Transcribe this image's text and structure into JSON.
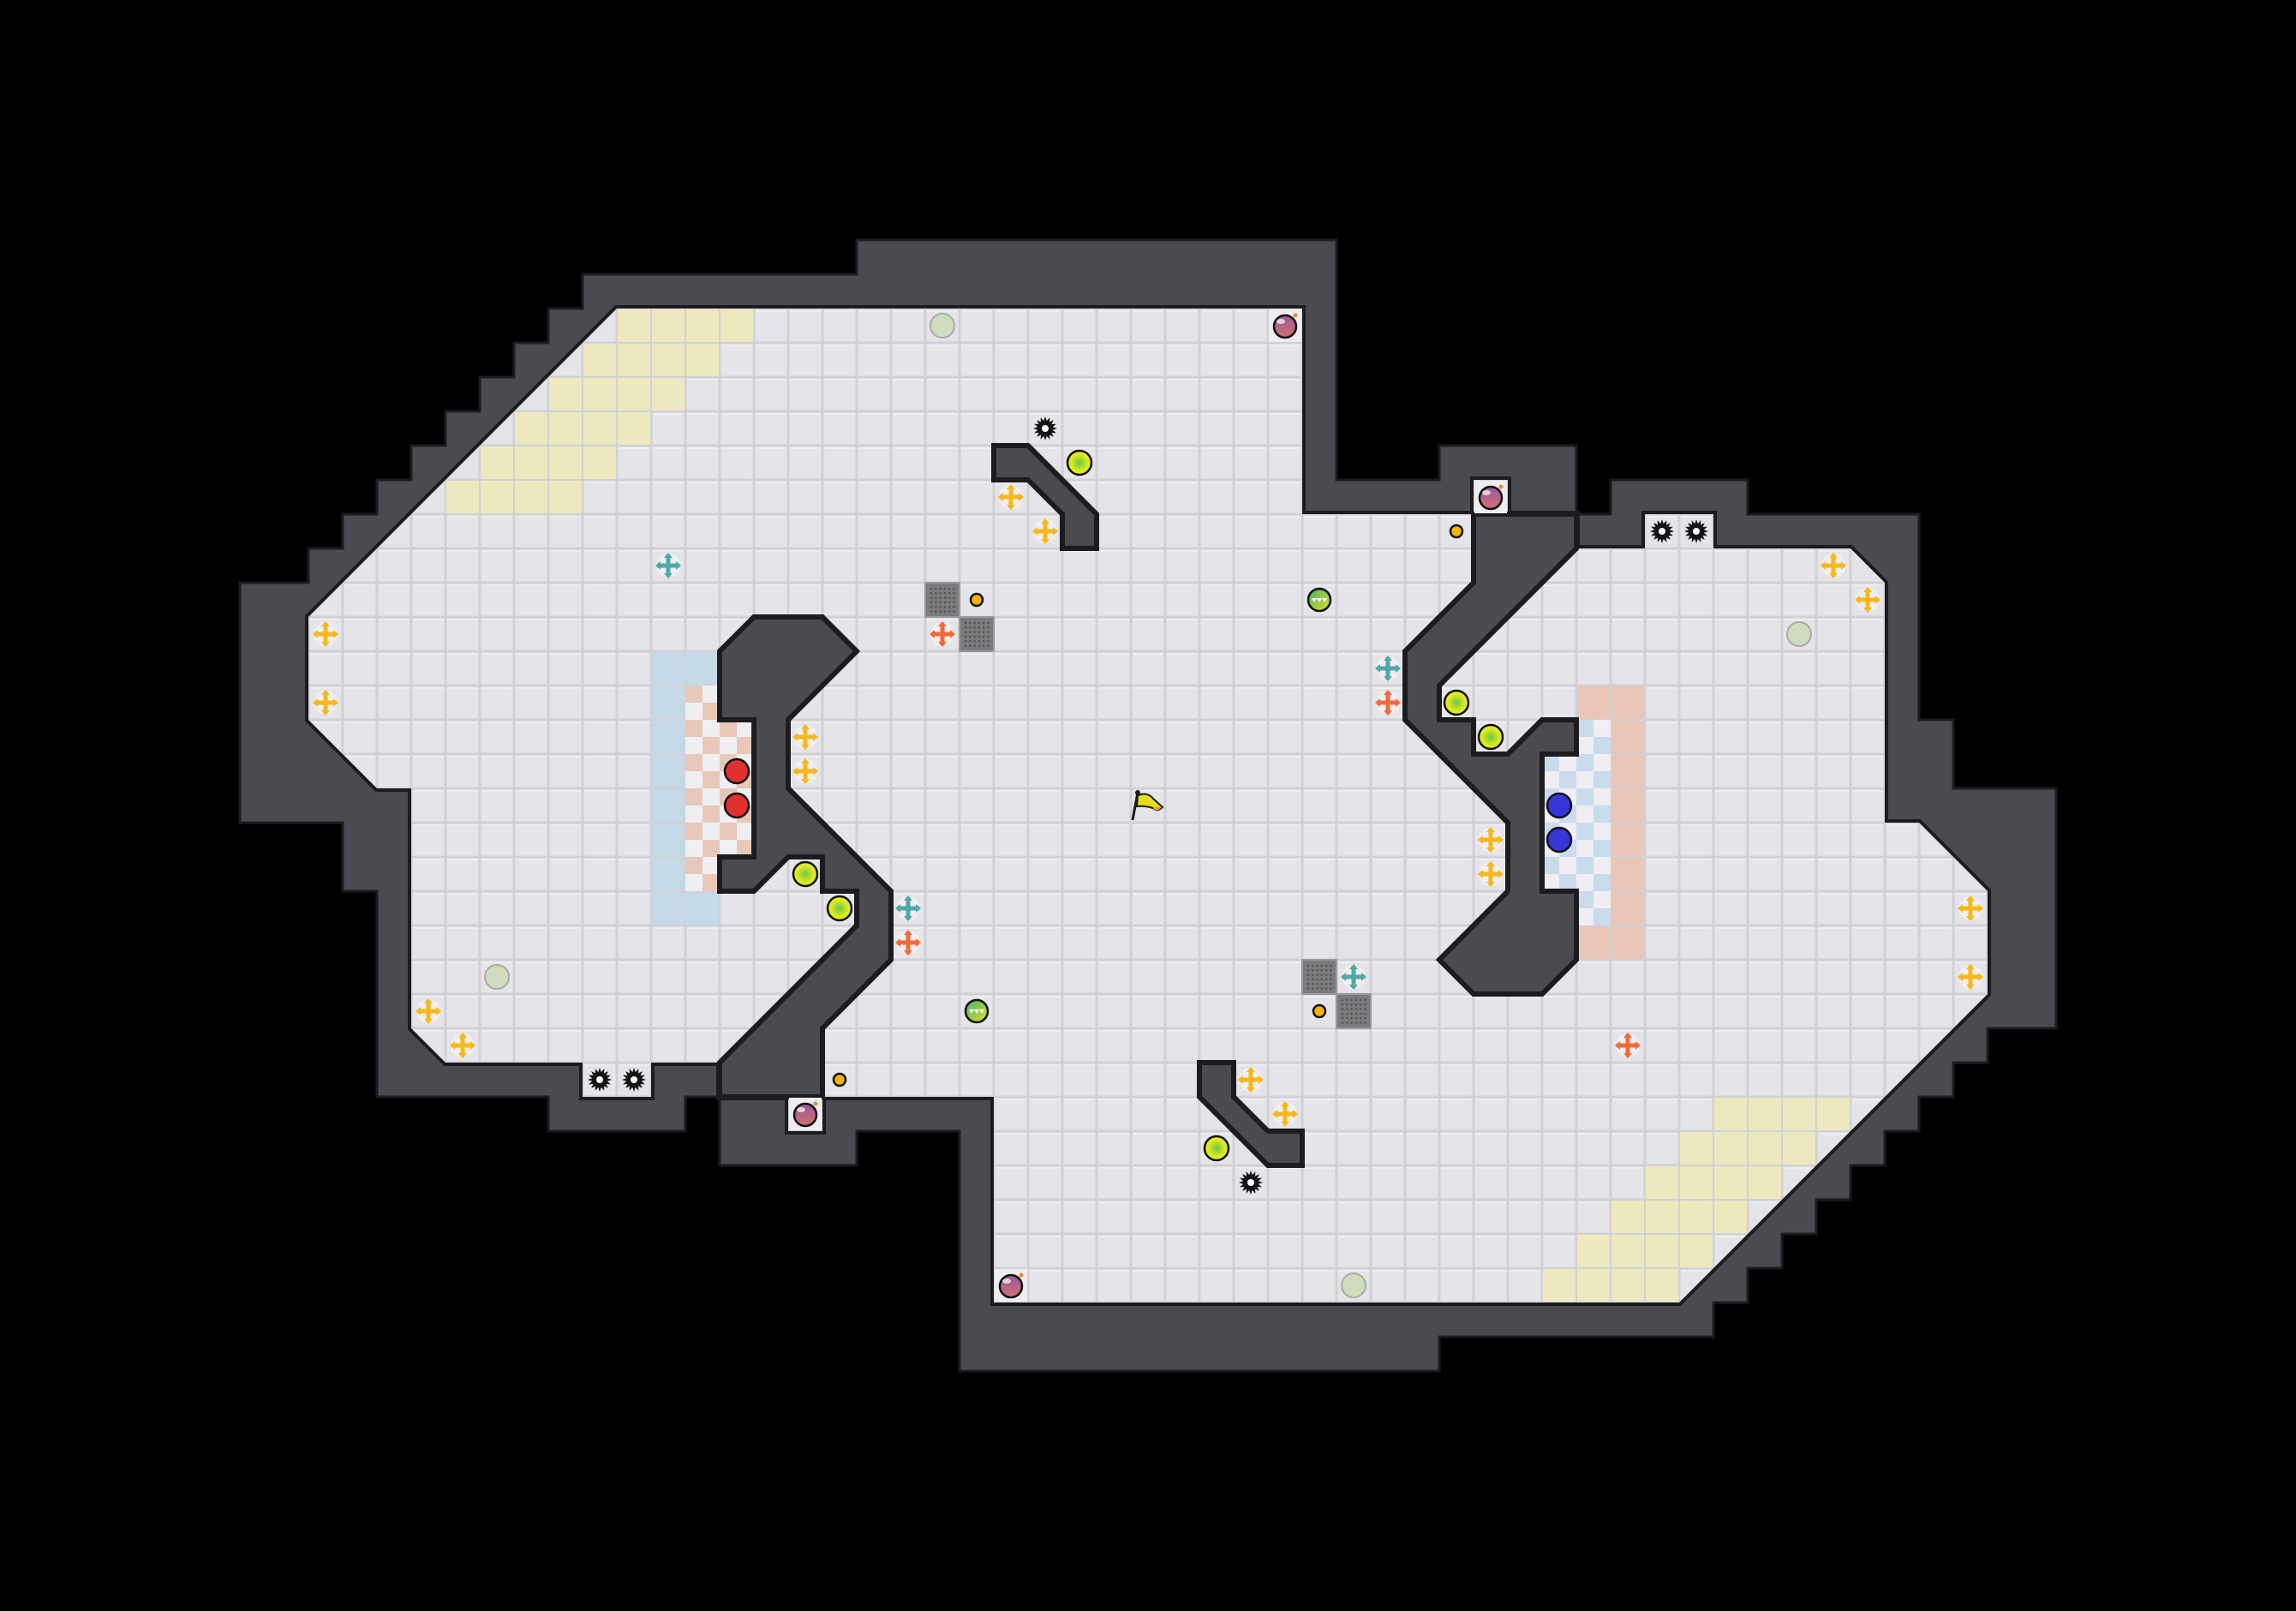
{
  "colors": {
    "background": "#000000",
    "wall": "#4b4a50",
    "wall_edge": "#1c1b1f",
    "floor": "#e5e4e9",
    "floor_grid": "#d2d1d6",
    "neutral_zone": "#ece9bf",
    "red_endzone": "#c6d9e7",
    "red_checker": "#e9c7b9",
    "blue_endzone": "#eac6b8",
    "blue_checker": "#c9dcec",
    "red_flag": "#e03030",
    "blue_flag": "#3636d8",
    "neutral_flag": "#e8dc1c",
    "boost": "#e2ea1e",
    "button": "#f3b400",
    "bomb": "#a9588a",
    "inactive_pad": "#cfdcc0",
    "cross_yellow": "#f6b81c",
    "cross_teal": "#4fa9a6",
    "cross_orange": "#f06a3a",
    "gate": "#7b7b7e"
  },
  "entities": {
    "red_flag": {
      "icon": "red-flag-ball-icon",
      "count": 2
    },
    "blue_flag": {
      "icon": "blue-flag-ball-icon",
      "count": 2
    },
    "neutral_flag": {
      "icon": "yellow-flag-icon",
      "count": 1
    },
    "boost": {
      "icon": "boost-icon",
      "count": 6
    },
    "bomb": {
      "icon": "bomb-icon",
      "count": 4
    },
    "spike": {
      "icon": "spike-icon",
      "count": 6
    },
    "button": {
      "icon": "button-icon",
      "count": 4
    },
    "gate": {
      "icon": "gate-icon",
      "count": 4
    },
    "portal": {
      "icon": "portal-icon",
      "count": 2
    },
    "inactive_pad": {
      "icon": "inactive-pad-icon",
      "count": 4
    },
    "yellow_cross": {
      "icon": "yellow-cross-arrows-icon",
      "count": 16
    },
    "teal_cross": {
      "icon": "teal-cross-arrows-icon",
      "count": 4
    },
    "orange_cross": {
      "icon": "orange-cross-arrows-icon",
      "count": 4
    }
  }
}
